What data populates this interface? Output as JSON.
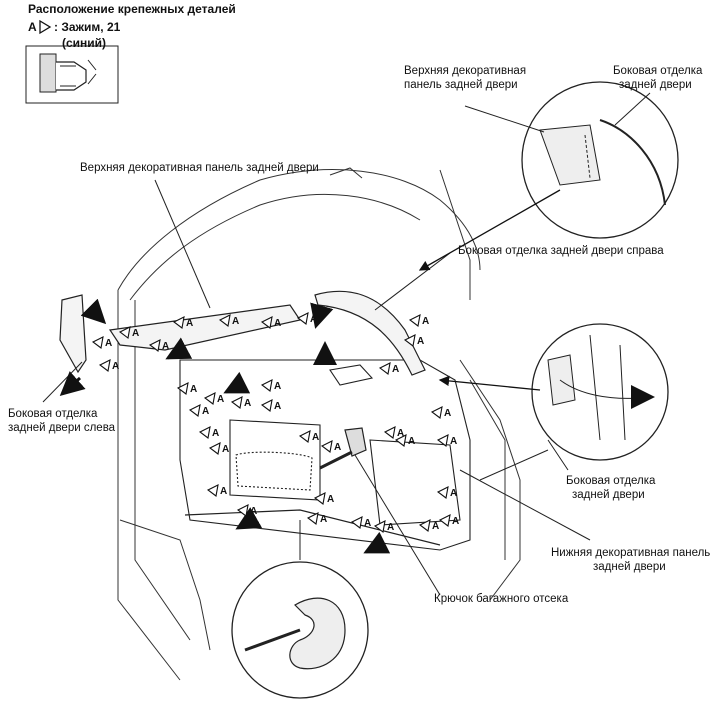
{
  "legend": {
    "title": "Расположение крепежных деталей",
    "marker": "A",
    "clip_line1": ": Зажим, 21",
    "clip_line2": "(синий)"
  },
  "labels": {
    "upper_panel_callout_l1": "Верхняя декоративная",
    "upper_panel_callout_l2": "панель задней двери",
    "side_trim_top_l1": "Боковая отделка",
    "side_trim_top_l2": "задней двери",
    "upper_panel_main": "Верхняя декоративная панель задней двери",
    "side_trim_right": "Боковая отделка задней двери справа",
    "side_trim_left_l1": "Боковая отделка",
    "side_trim_left_l2": "задней двери слева",
    "side_trim_mid_l1": "Боковая отделка",
    "side_trim_mid_l2": "задней двери",
    "lower_panel_l1": "Нижняя декоративная панель",
    "lower_panel_l2": "задней двери",
    "cargo_hook": "Крючок багажного отсека"
  },
  "clip_marker_label": "A"
}
